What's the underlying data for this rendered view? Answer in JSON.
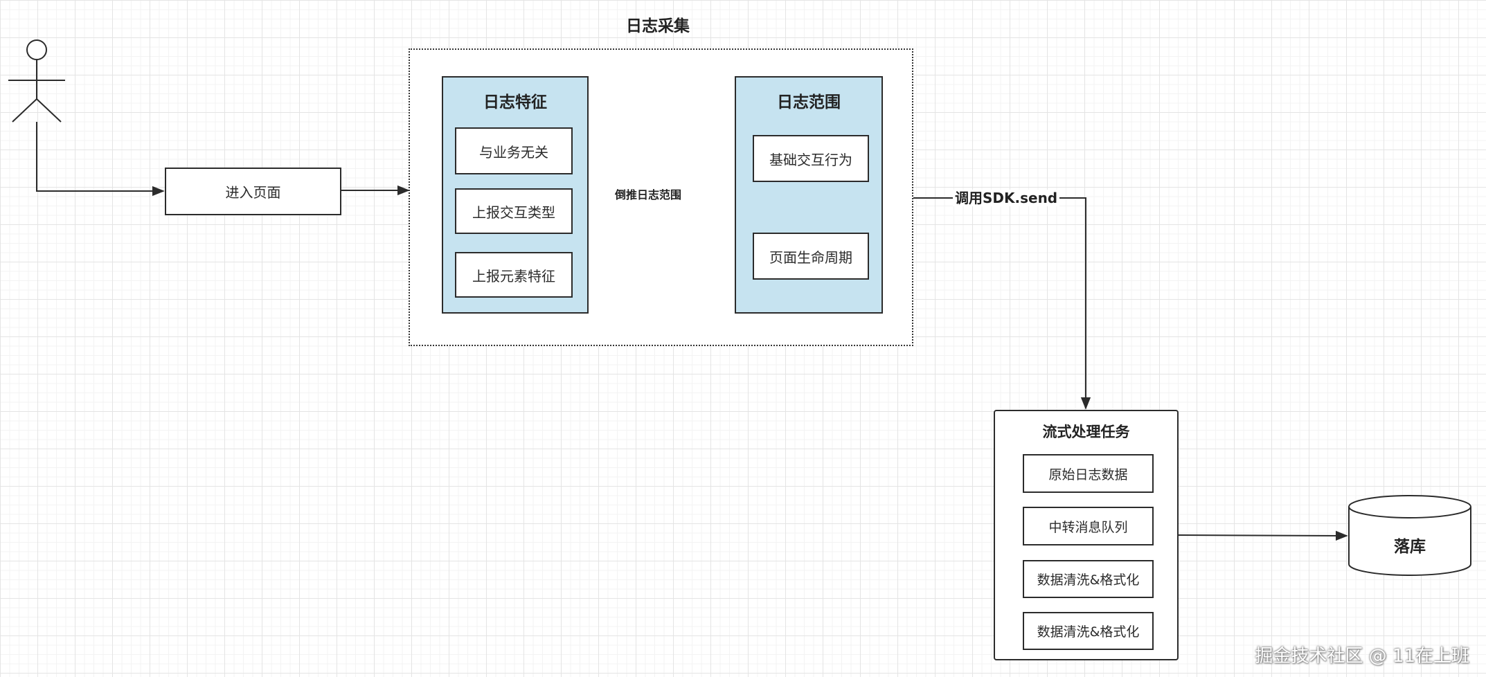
{
  "group": {
    "title": "日志采集"
  },
  "entry": {
    "label": "进入页面"
  },
  "features": {
    "title": "日志特征",
    "items": [
      "与业务无关",
      "上报交互类型",
      "上报元素特征"
    ]
  },
  "scope": {
    "title": "日志范围",
    "items": [
      "基础交互行为",
      "页面生命周期"
    ]
  },
  "edges": {
    "infer": "倒推日志范围",
    "send": "调用SDK.send"
  },
  "stream": {
    "title": "流式处理任务",
    "items": [
      "原始日志数据",
      "中转消息队列",
      "数据清洗&格式化",
      "数据清洗&格式化"
    ]
  },
  "storage": {
    "label": "落库"
  },
  "watermark": "掘金技术社区 @ 11在上班",
  "colors": {
    "panel_fill": "#c6e3f0",
    "line": "#2b2b2b",
    "background": "#ffffff"
  }
}
